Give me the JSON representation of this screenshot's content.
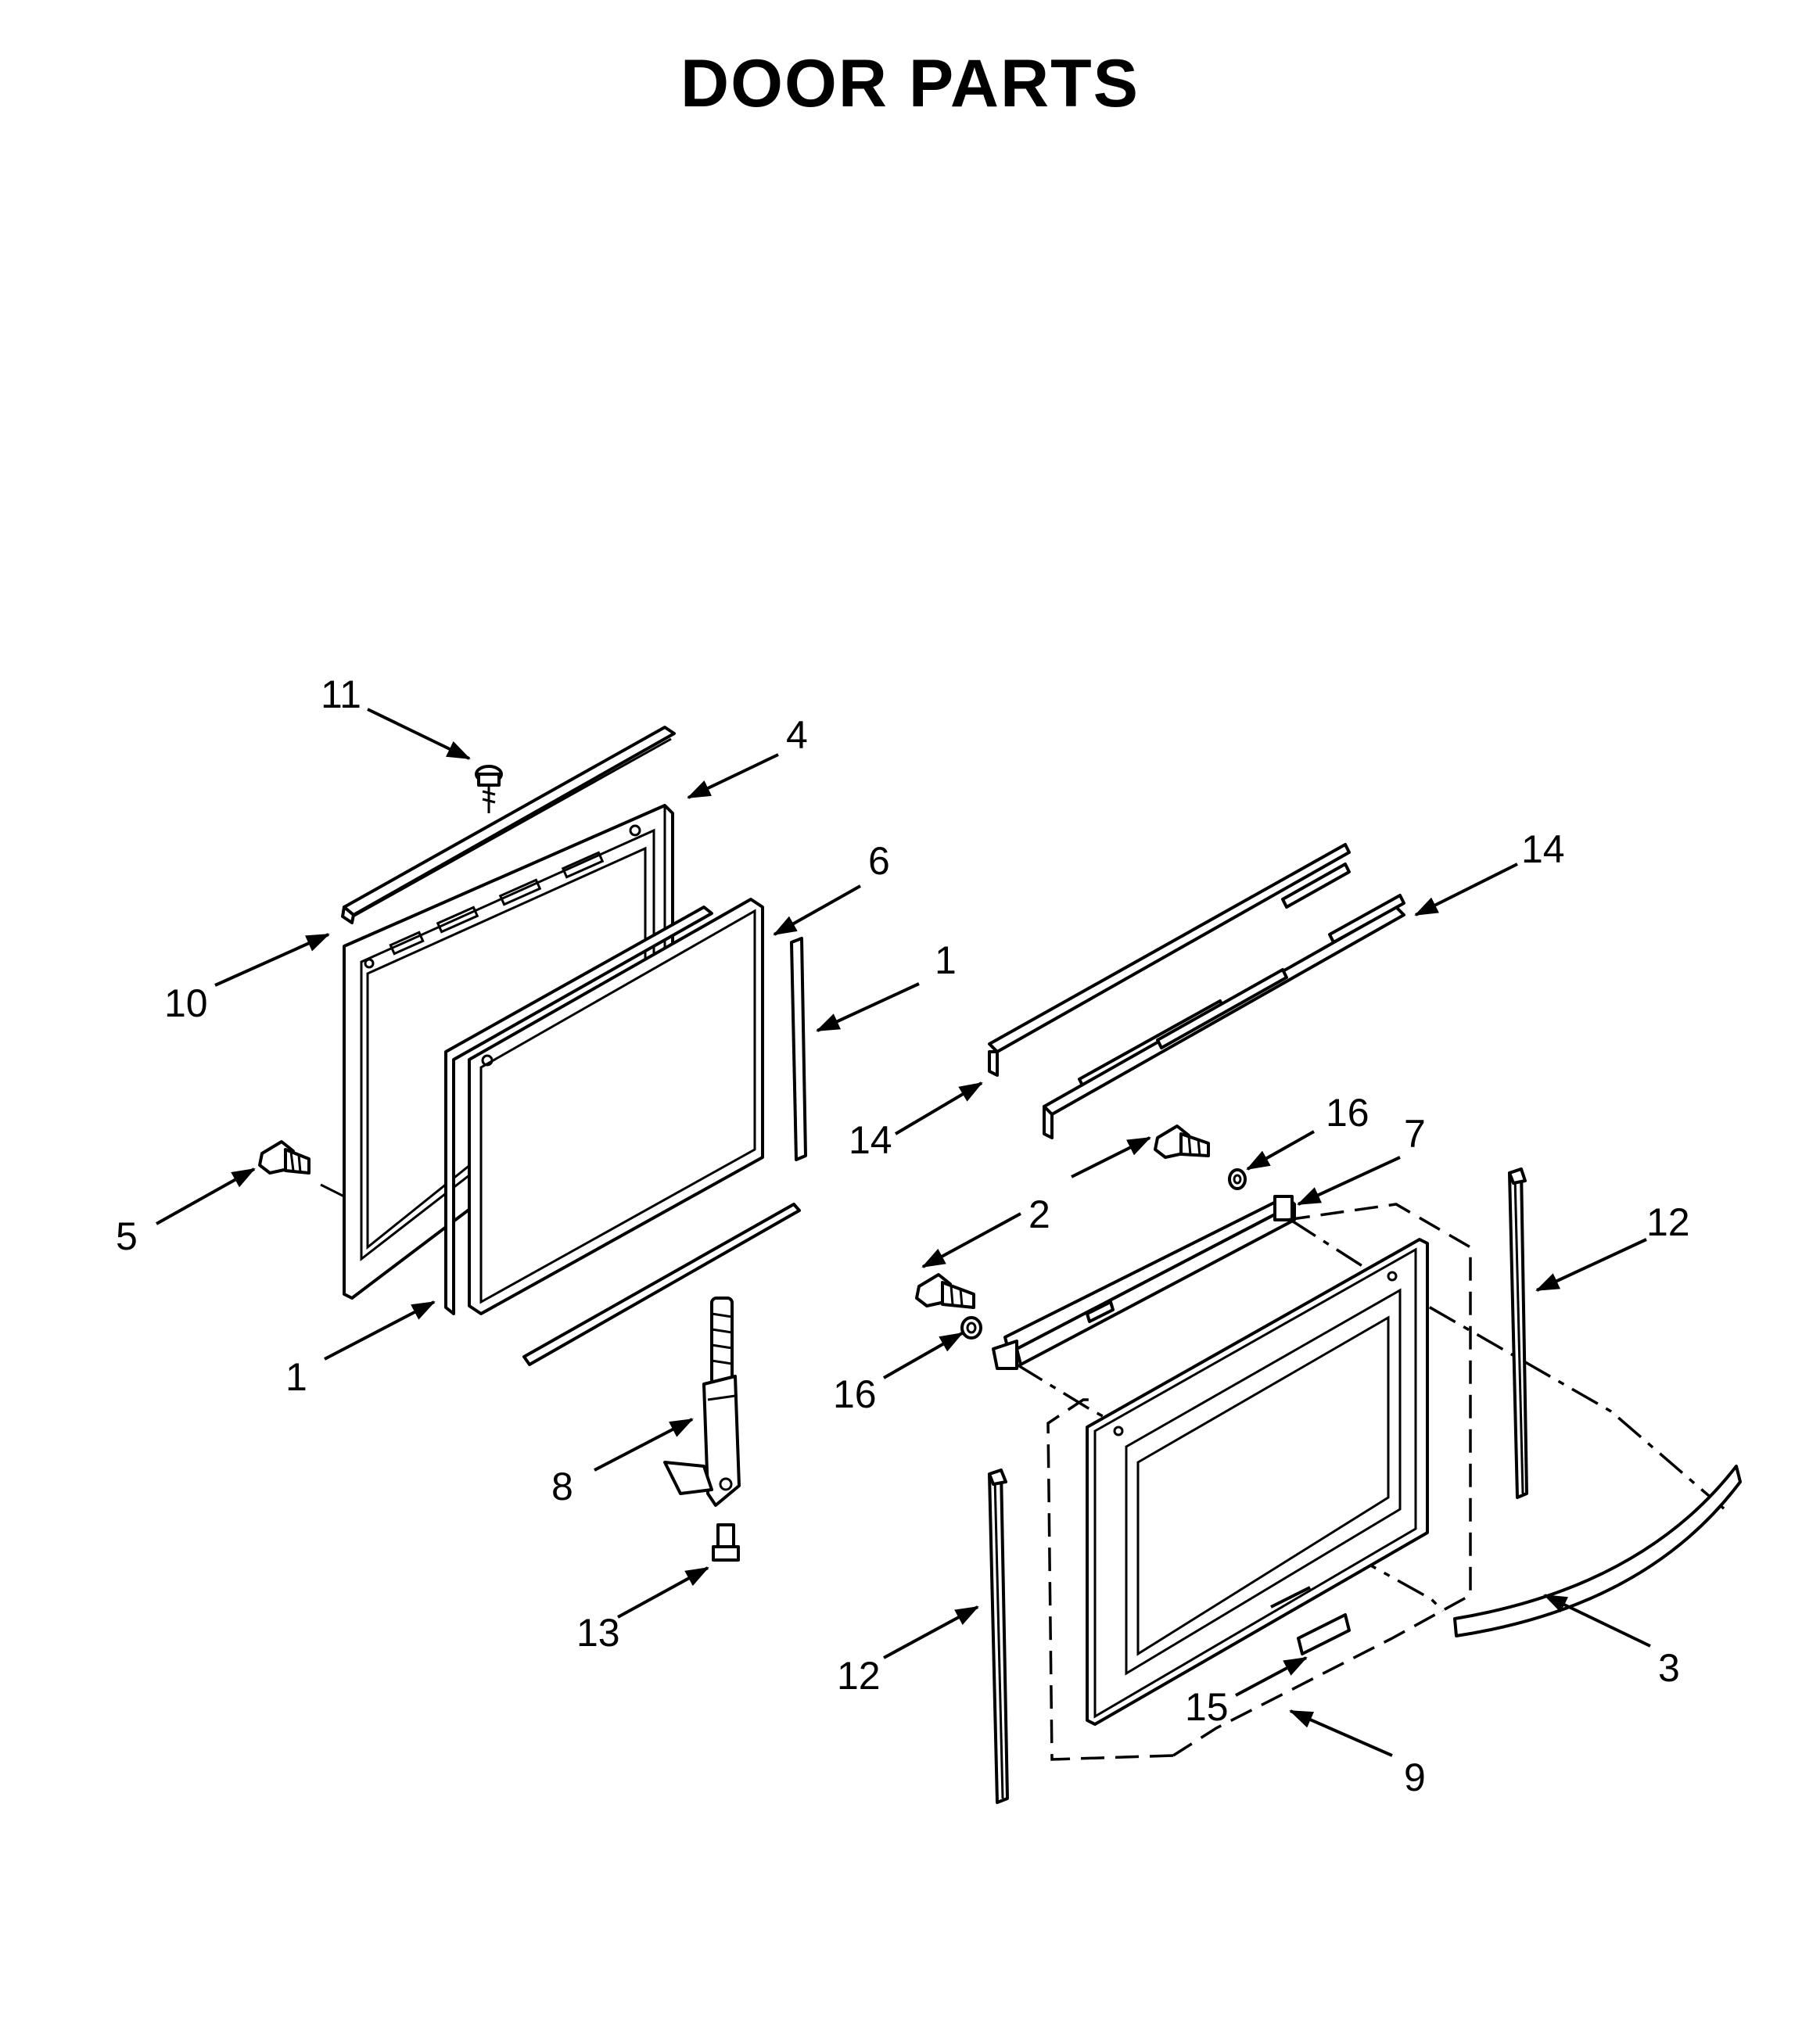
{
  "title": "DOOR PARTS",
  "callouts": [
    {
      "id": "c11",
      "text": "11",
      "part": "screw-top"
    },
    {
      "id": "c4",
      "text": "4",
      "part": "inner-door-panel"
    },
    {
      "id": "c6",
      "text": "6",
      "part": "inner-glass"
    },
    {
      "id": "c1a",
      "text": "1",
      "part": "glass-spacer-right"
    },
    {
      "id": "c10",
      "text": "10",
      "part": "top-trim"
    },
    {
      "id": "c5",
      "text": "5",
      "part": "screw-side"
    },
    {
      "id": "c1b",
      "text": "1",
      "part": "glass-spacer-left"
    },
    {
      "id": "c8",
      "text": "8",
      "part": "door-hinge"
    },
    {
      "id": "c13",
      "text": "13",
      "part": "hinge-screw"
    },
    {
      "id": "c14a",
      "text": "14",
      "part": "channel-right"
    },
    {
      "id": "c14b",
      "text": "14",
      "part": "channel-left"
    },
    {
      "id": "c16a",
      "text": "16",
      "part": "washer-right"
    },
    {
      "id": "c7",
      "text": "7",
      "part": "handle-bracket"
    },
    {
      "id": "c2",
      "text": "2",
      "part": "handle-screw"
    },
    {
      "id": "c12a",
      "text": "12",
      "part": "side-trim-right"
    },
    {
      "id": "c16b",
      "text": "16",
      "part": "washer-left"
    },
    {
      "id": "c12b",
      "text": "12",
      "part": "side-trim-left"
    },
    {
      "id": "c3",
      "text": "3",
      "part": "door-handle"
    },
    {
      "id": "c15",
      "text": "15",
      "part": "badge"
    },
    {
      "id": "c9",
      "text": "9",
      "part": "outer-door-panel"
    }
  ]
}
